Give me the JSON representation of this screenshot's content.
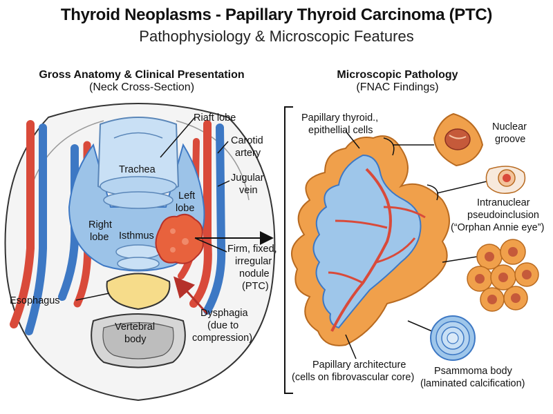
{
  "title": "Thyroid Neoplasms - Papillary Thyroid Carcinoma (PTC)",
  "subtitle": "Pathophysiology & Microscopic Features",
  "left_panel": {
    "heading": "Gross Anatomy & Clinical Presentation",
    "subheading": "(Neck Cross-Section)",
    "labels": {
      "right_lobe_top": "Riaft lobe",
      "carotid_1": "Carotid",
      "carotid_2": "artery",
      "jugular_1": "Jugular",
      "jugular_2": "vein",
      "trachea": "Trachea",
      "left_lobe_1": "Left",
      "left_lobe_2": "lobe",
      "right_lobe_1": "Right",
      "right_lobe_2": "lobe",
      "isthmus": "Isthmus",
      "nodule_1": "Firm, fixed,",
      "nodule_2": "irregular",
      "nodule_3": "nodule",
      "nodule_4": "(PTC)",
      "esophagus": "Esophagus",
      "vertebral_1": "Vertebral",
      "vertebral_2": "body",
      "dysphagia_1": "Dysphagia",
      "dysphagia_2": "(due to",
      "dysphagia_3": "compression)"
    }
  },
  "right_panel": {
    "heading": "Microscopic Pathology",
    "subheading": "(FNAC Findings)",
    "labels": {
      "cells_1": "Papillary thyroid.,",
      "cells_2": "epithellial cells",
      "groove_1": "Nuclear",
      "groove_2": "groove",
      "pseudo_1": "Intranuclear",
      "pseudo_2": "pseudoinclusion",
      "pseudo_3": "(“Orphan Annie eye”)",
      "arch_1": "Papillary architecture",
      "arch_2": "(cells on fibrovascular core)",
      "psammoma_1": "Psammoma body",
      "psammoma_2": "(laminated calcification)"
    }
  },
  "colors": {
    "artery": "#d94a3a",
    "vein": "#3d78c4",
    "thyroid": "#9cc3e8",
    "nodule": "#e8623d",
    "epithelium": "#f0a04b",
    "core": "#9ec6ea",
    "esophagus": "#f6dc8a"
  }
}
